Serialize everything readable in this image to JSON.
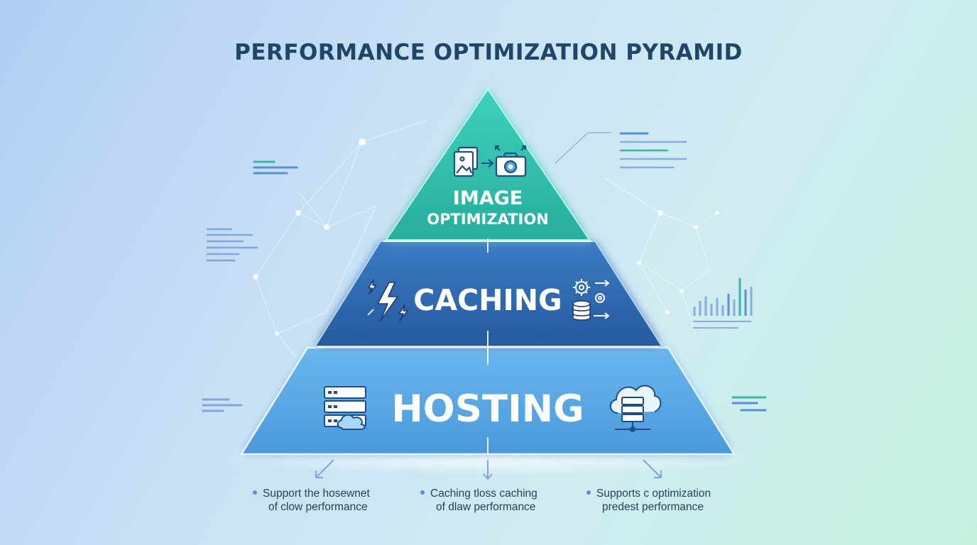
{
  "title": "PERFORMANCE OPTIMIZATION PYRAMID",
  "tiers": [
    {
      "label_line1": "IMAGE",
      "label_line2": "OPTIMIZATION",
      "color": "#33bfae",
      "icons": [
        "images-icon",
        "arrow-right-icon",
        "camera-icon"
      ]
    },
    {
      "label": "CACHING",
      "color": "#2f6cb3",
      "icons": [
        "lightning-icon",
        "gears-icon",
        "database-icon"
      ]
    },
    {
      "label": "HOSTING",
      "color": "#5aa9e6",
      "icons": [
        "server-cloud-icon",
        "cloud-server-network-icon"
      ]
    }
  ],
  "notes": [
    {
      "line1": "Support the hosewnet",
      "line2": "of clow performance"
    },
    {
      "line1": "Caching tloss caching",
      "line2": "of dlaw performance"
    },
    {
      "line1": "Supports c optimization",
      "line2": "predest performance"
    }
  ],
  "colors": {
    "title": "#1f4668",
    "accent_teal": "#33bfae",
    "accent_blue": "#2f6cb3",
    "accent_light_blue": "#5aa9e6",
    "icon_stroke": "#1e4e86"
  }
}
